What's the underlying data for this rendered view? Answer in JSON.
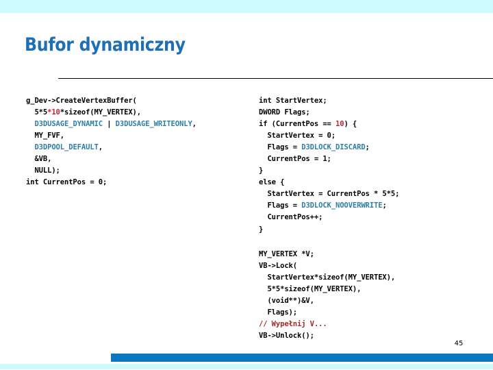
{
  "slide": {
    "title": "Bufor dynamiczny",
    "page_number": "45",
    "colors": {
      "title_blue": "#1F6FB5",
      "band_cyan": "#CFFAFD",
      "band_blue": "#0B77BE",
      "code_default": "#000000",
      "code_constant": "#2E7EA6",
      "code_number": "#C0252B",
      "code_comment": "#A02828"
    }
  },
  "code_left": {
    "name": "create-vertex-buffer-code",
    "lines": [
      [
        {
          "t": "g_Dev->CreateVertexBuffer(",
          "c": "plain"
        }
      ],
      [
        {
          "t": "  5*5",
          "c": "plain"
        },
        {
          "t": "*10",
          "c": "num"
        },
        {
          "t": "*sizeof(MY_VERTEX),",
          "c": "plain"
        }
      ],
      [
        {
          "t": "  ",
          "c": "plain"
        },
        {
          "t": "D3DUSAGE_DYNAMIC",
          "c": "const"
        },
        {
          "t": " | ",
          "c": "plain"
        },
        {
          "t": "D3DUSAGE_WRITEONLY",
          "c": "const"
        },
        {
          "t": ",",
          "c": "plain"
        }
      ],
      [
        {
          "t": "  MY_FVF,",
          "c": "plain"
        }
      ],
      [
        {
          "t": "  ",
          "c": "plain"
        },
        {
          "t": "D3DPOOL_DEFAULT",
          "c": "const"
        },
        {
          "t": ",",
          "c": "plain"
        }
      ],
      [
        {
          "t": "  &VB,",
          "c": "plain"
        }
      ],
      [
        {
          "t": "  NULL);",
          "c": "plain"
        }
      ],
      [
        {
          "t": "int CurrentPos = 0;",
          "c": "plain"
        }
      ]
    ]
  },
  "code_right_top": {
    "name": "lock-flags-selection-code",
    "lines": [
      [
        {
          "t": "int StartVertex;",
          "c": "plain"
        }
      ],
      [
        {
          "t": "DWORD Flags;",
          "c": "plain"
        }
      ],
      [
        {
          "t": "if (CurrentPos == ",
          "c": "plain"
        },
        {
          "t": "10",
          "c": "num"
        },
        {
          "t": ") {",
          "c": "plain"
        }
      ],
      [
        {
          "t": "  StartVertex = 0;",
          "c": "plain"
        }
      ],
      [
        {
          "t": "  Flags = ",
          "c": "plain"
        },
        {
          "t": "D3DLOCK_DISCARD",
          "c": "const"
        },
        {
          "t": ";",
          "c": "plain"
        }
      ],
      [
        {
          "t": "  CurrentPos = 1;",
          "c": "plain"
        }
      ],
      [
        {
          "t": "}",
          "c": "plain"
        }
      ],
      [
        {
          "t": "else {",
          "c": "plain"
        }
      ],
      [
        {
          "t": "  StartVertex = CurrentPos * 5*5;",
          "c": "plain"
        }
      ],
      [
        {
          "t": "  Flags = ",
          "c": "plain"
        },
        {
          "t": "D3DLOCK_NOOVERWRITE",
          "c": "const"
        },
        {
          "t": ";",
          "c": "plain"
        }
      ],
      [
        {
          "t": "  CurrentPos++;",
          "c": "plain"
        }
      ],
      [
        {
          "t": "}",
          "c": "plain"
        }
      ]
    ]
  },
  "code_right_bottom": {
    "name": "vertex-buffer-lock-code",
    "lines": [
      [
        {
          "t": "MY_VERTEX *V;",
          "c": "plain"
        }
      ],
      [
        {
          "t": "VB->Lock(",
          "c": "plain"
        }
      ],
      [
        {
          "t": "  StartVertex*sizeof(MY_VERTEX),",
          "c": "plain"
        }
      ],
      [
        {
          "t": "  5*5*sizeof(MY_VERTEX),",
          "c": "plain"
        }
      ],
      [
        {
          "t": "  (void**)&V,",
          "c": "plain"
        }
      ],
      [
        {
          "t": "  Flags);",
          "c": "plain"
        }
      ],
      [
        {
          "t": "// Wypełnij V...",
          "c": "comment"
        }
      ],
      [
        {
          "t": "VB->Unlock();",
          "c": "plain"
        }
      ]
    ]
  }
}
